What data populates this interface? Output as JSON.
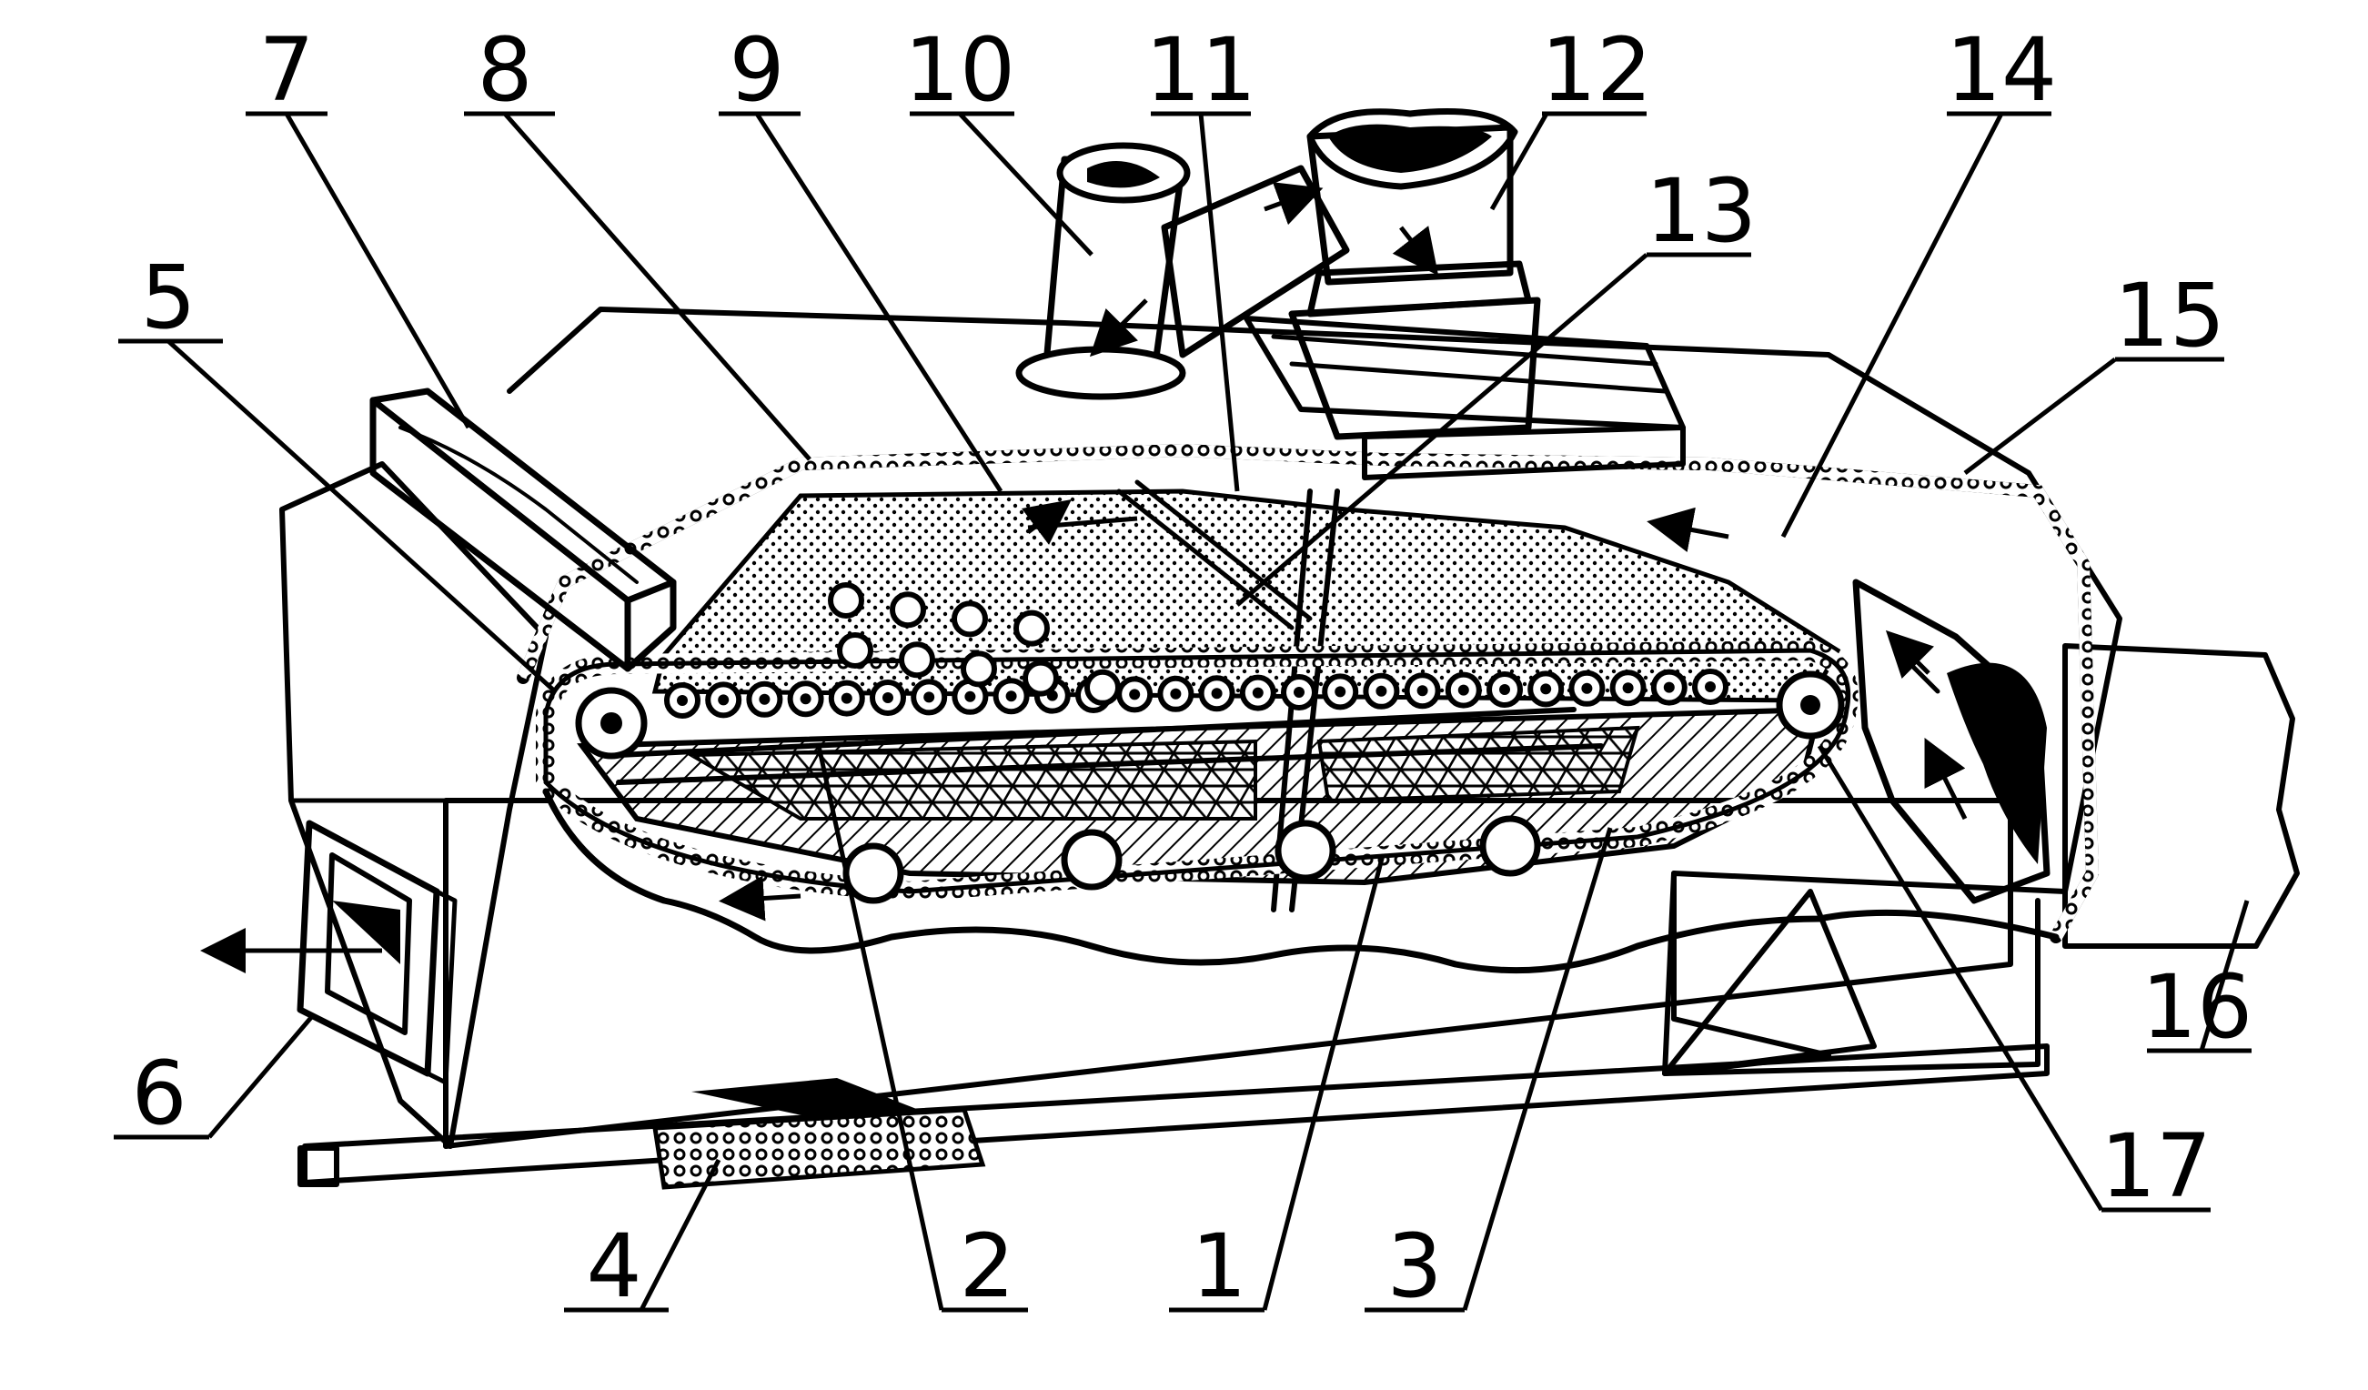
{
  "figure": {
    "labels": [
      {
        "id": "1",
        "text": "1"
      },
      {
        "id": "2",
        "text": "2"
      },
      {
        "id": "3",
        "text": "3"
      },
      {
        "id": "4",
        "text": "4"
      },
      {
        "id": "5",
        "text": "5"
      },
      {
        "id": "6",
        "text": "6"
      },
      {
        "id": "7",
        "text": "7"
      },
      {
        "id": "8",
        "text": "8"
      },
      {
        "id": "9",
        "text": "9"
      },
      {
        "id": "10",
        "text": "10"
      },
      {
        "id": "11",
        "text": "11"
      },
      {
        "id": "12",
        "text": "12"
      },
      {
        "id": "13",
        "text": "13"
      },
      {
        "id": "14",
        "text": "14"
      },
      {
        "id": "15",
        "text": "15"
      },
      {
        "id": "16",
        "text": "16"
      },
      {
        "id": "17",
        "text": "17"
      }
    ]
  },
  "colors": {
    "ink": "#000000",
    "paper": "#ffffff"
  }
}
